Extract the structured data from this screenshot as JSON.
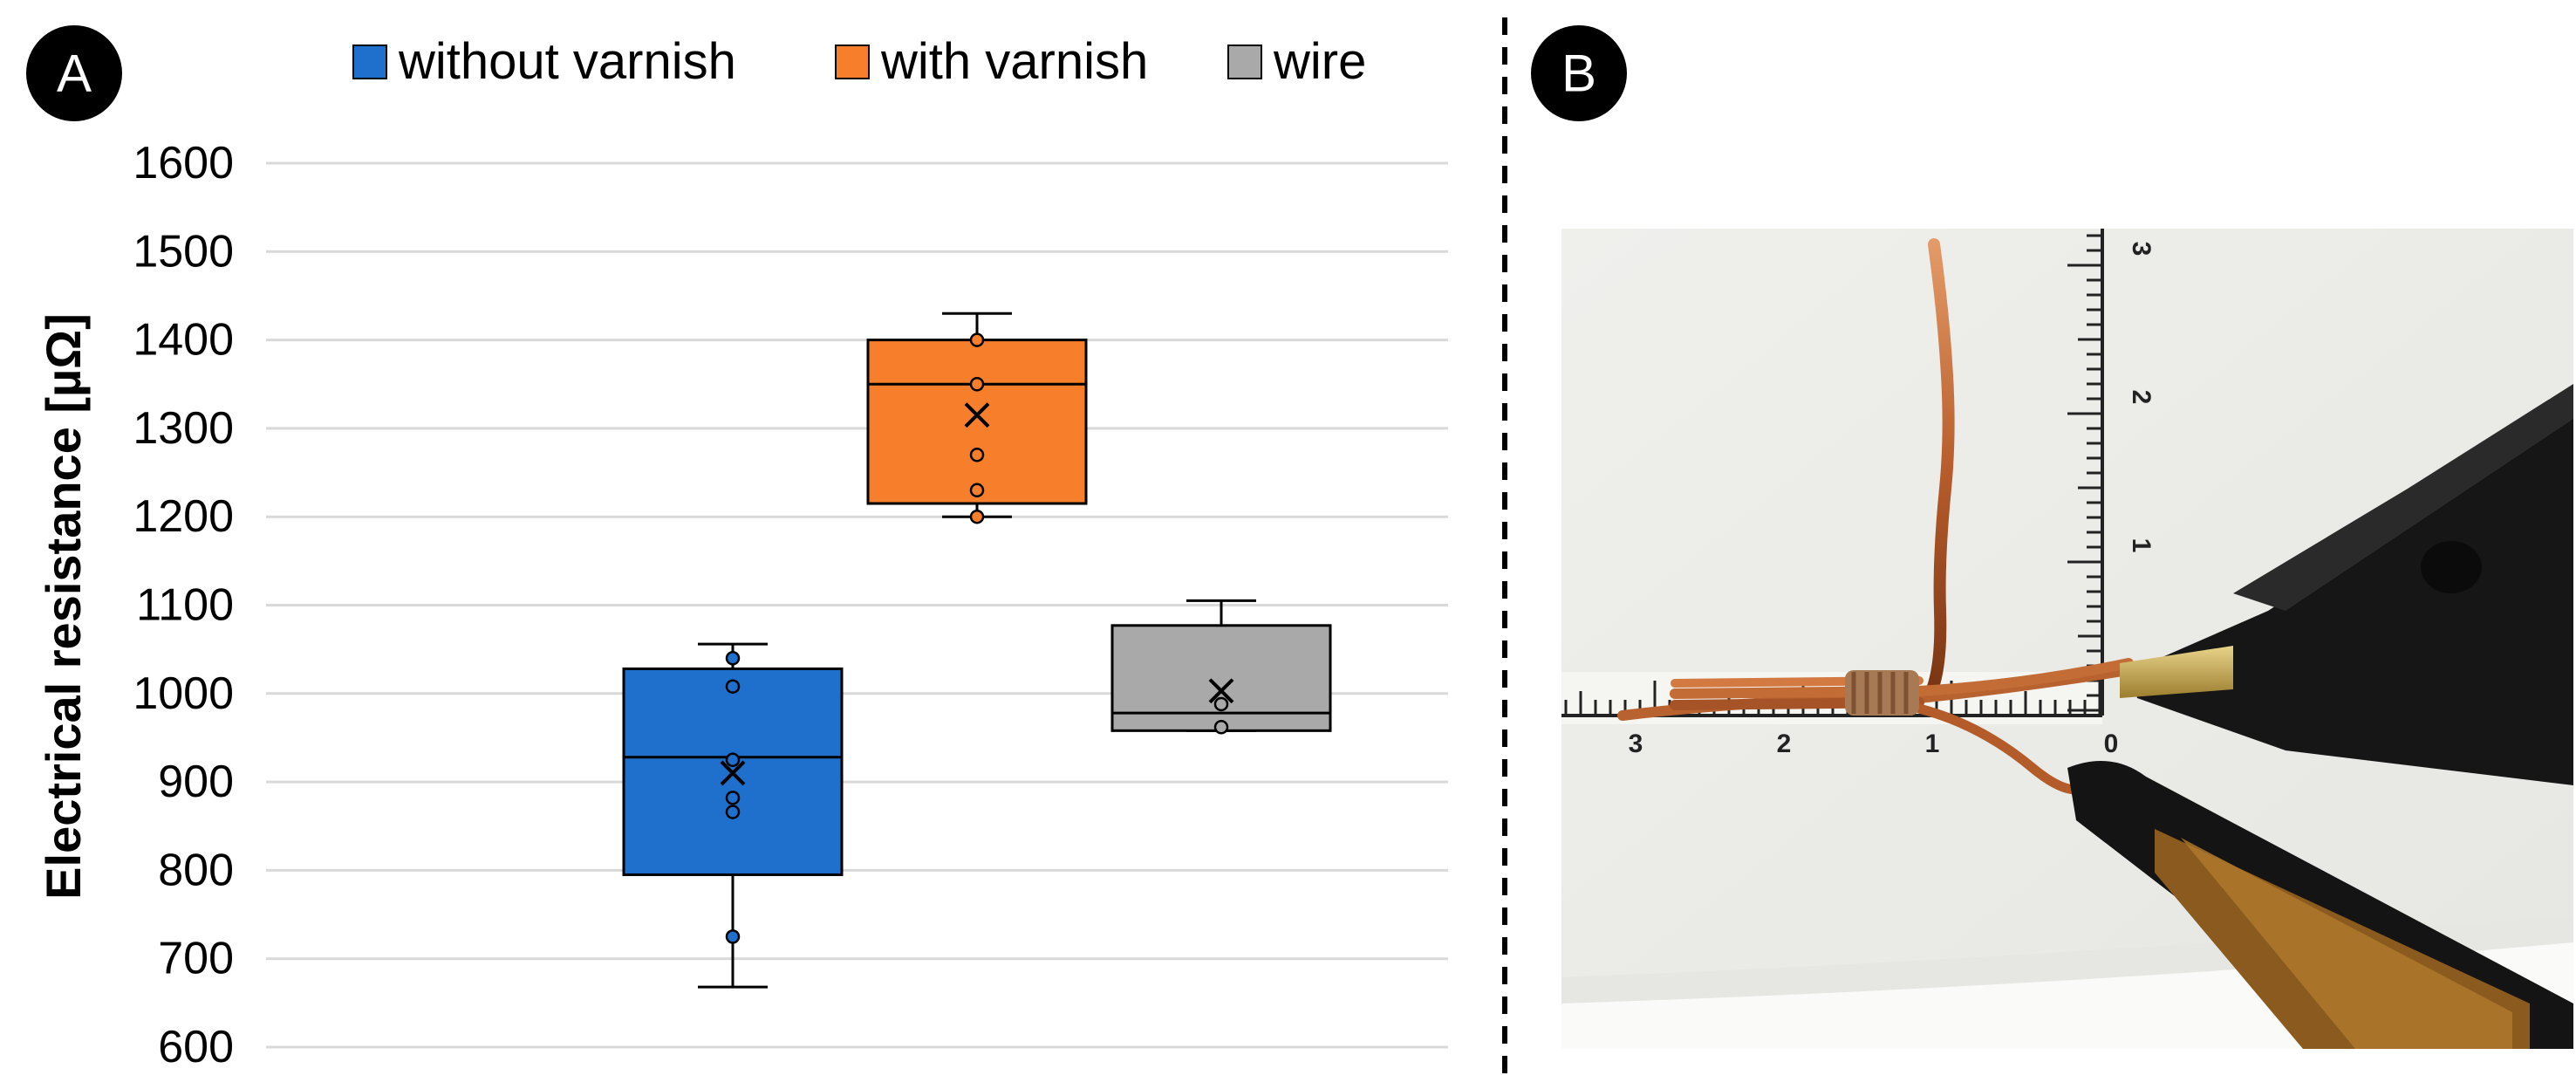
{
  "panels": {
    "a_label": "A",
    "b_label": "B"
  },
  "chart_data": {
    "type": "box",
    "ylabel": "Electrical resistance [µΩ]",
    "ylim": [
      600,
      1600
    ],
    "yticks": [
      600,
      700,
      800,
      900,
      1000,
      1100,
      1200,
      1300,
      1400,
      1500,
      1600
    ],
    "grid": true,
    "legend_position": "top",
    "series": [
      {
        "name": "without varnish",
        "color": "#1f6fcc",
        "whisker_low": 668,
        "q1": 795,
        "median": 928,
        "q3": 1028,
        "whisker_high": 1056,
        "mean": 910,
        "points": [
          1040,
          1008,
          925,
          882,
          866,
          725
        ]
      },
      {
        "name": "with varnish",
        "color": "#f77f2b",
        "whisker_low": 1200,
        "q1": 1215,
        "median": 1350,
        "q3": 1400,
        "whisker_high": 1430,
        "mean": 1315,
        "points": [
          1400,
          1350,
          1270,
          1230,
          1200
        ]
      },
      {
        "name": "wire",
        "color": "#a9a9a9",
        "whisker_low": 958,
        "q1": 958,
        "median": 978,
        "q3": 1077,
        "whisker_high": 1105,
        "mean": 1003,
        "points": [
          988,
          962
        ]
      }
    ]
  },
  "photo": {
    "ruler_h_labels": [
      "3",
      "2",
      "1",
      "0"
    ],
    "ruler_v_labels": [
      "3",
      "2",
      "1"
    ]
  }
}
